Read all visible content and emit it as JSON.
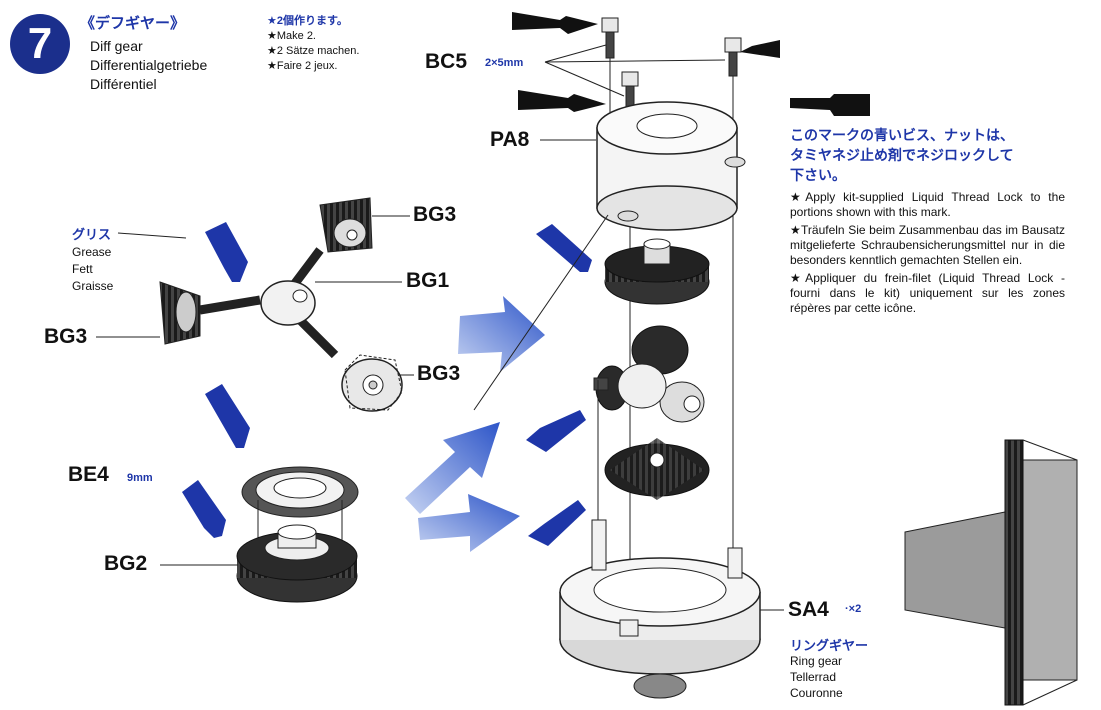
{
  "step": {
    "number": "7"
  },
  "title": {
    "ja": "《デフギヤー》",
    "en": "Diff gear",
    "de": "Differentialgetriebe",
    "fr": "Différentiel"
  },
  "make_notes": [
    "★2個作ります。",
    "★Make 2.",
    "★2 Sätze machen.",
    "★Faire 2 jeux."
  ],
  "parts": {
    "bc5": "BC5",
    "bc5_size": "2×5mm",
    "pa8": "PA8",
    "bg3_top": "BG3",
    "bg1": "BG1",
    "bg3_left": "BG3",
    "bg3_bottom": "BG3",
    "be4": "BE4",
    "be4_size": "9mm",
    "bg2": "BG2",
    "sa4": "SA4",
    "sa4_qty": "·×2"
  },
  "grease": {
    "ja": "グリス",
    "lines": [
      "Grease",
      "Fett",
      "Graisse"
    ]
  },
  "thread_lock": {
    "ja": [
      "このマークの青いビス、ナットは、",
      "タミヤネジ止め剤でネジロックして",
      "下さい。"
    ],
    "notes": [
      "★Apply kit-supplied Liquid Thread Lock to the portions shown with this mark.",
      "★Träufeln Sie beim Zusammenbau das im Bausatz mitgelieferte Schraubensicherungsmittel nur in die besonders kenntlich gemachten Stellen ein.",
      "★Appliquer du frein-filet (Liquid Thread Lock - fourni dans le kit) uniquement sur les zones répères par cette icône."
    ]
  },
  "ring_gear": {
    "ja": "リングギヤー",
    "lines": [
      "Ring gear",
      "Tellerrad",
      "Couronne"
    ]
  },
  "colors": {
    "blue": "#1e36a8",
    "dark_blue": "#1b2f8c",
    "arrow_blue": "#4a6fd1"
  }
}
